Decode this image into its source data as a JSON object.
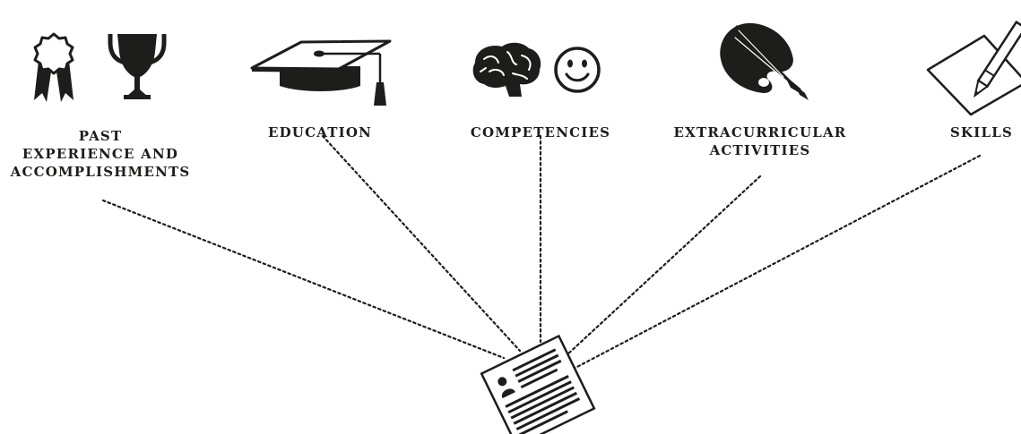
{
  "categories": [
    {
      "id": "past",
      "label_lines": [
        "PAST",
        "EXPERIENCE AND",
        "ACCOMPLISHMENTS"
      ],
      "icons": [
        "award-ribbon-icon",
        "trophy-icon"
      ]
    },
    {
      "id": "education",
      "label_lines": [
        "EDUCATION"
      ],
      "icons": [
        "graduation-cap-icon"
      ]
    },
    {
      "id": "competencies",
      "label_lines": [
        "COMPETENCIES"
      ],
      "icons": [
        "brain-icon",
        "smiley-face-icon"
      ]
    },
    {
      "id": "extracurricular",
      "label_lines": [
        "EXTRACURRICULAR",
        "ACTIVITIES"
      ],
      "icons": [
        "paint-palette-icon"
      ]
    },
    {
      "id": "skills",
      "label_lines": [
        "SKILLS"
      ],
      "icons": [
        "pencil-paper-icon"
      ]
    }
  ],
  "center": {
    "icon": "resume-document-icon"
  },
  "colors": {
    "ink": "#1d1d1b",
    "background": "#ffffff"
  }
}
